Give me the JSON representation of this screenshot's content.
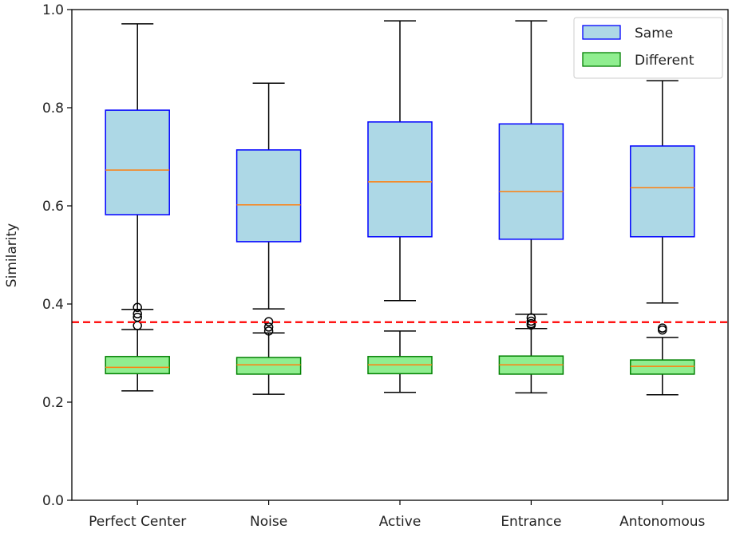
{
  "chart_data": {
    "type": "boxplot",
    "title": "",
    "xlabel": "",
    "ylabel": "Similarity",
    "ylim": [
      0.0,
      1.0
    ],
    "yticks": [
      0.0,
      0.2,
      0.4,
      0.6,
      0.8,
      1.0
    ],
    "ytick_labels": [
      "0.0",
      "0.2",
      "0.4",
      "0.6",
      "0.8",
      "1.0"
    ],
    "grid": false,
    "legend_position": "top-right",
    "categories": [
      "Perfect Center",
      "Noise",
      "Active",
      "Entrance",
      "Antonomous"
    ],
    "threshold": {
      "value": 0.363,
      "color": "#ff0000",
      "style": "dashed"
    },
    "series": [
      {
        "name": "Same",
        "fill": "#add8e6",
        "edge": "#0000ff",
        "median_color": "#ff7f0e",
        "boxes": [
          {
            "whislo": 0.389,
            "q1": 0.582,
            "med": 0.673,
            "q3": 0.795,
            "whishi": 0.971,
            "fliers": []
          },
          {
            "whislo": 0.39,
            "q1": 0.527,
            "med": 0.602,
            "q3": 0.714,
            "whishi": 0.85,
            "fliers": []
          },
          {
            "whislo": 0.407,
            "q1": 0.537,
            "med": 0.649,
            "q3": 0.771,
            "whishi": 0.977,
            "fliers": []
          },
          {
            "whislo": 0.379,
            "q1": 0.532,
            "med": 0.629,
            "q3": 0.767,
            "whishi": 0.977,
            "fliers": []
          },
          {
            "whislo": 0.402,
            "q1": 0.537,
            "med": 0.637,
            "q3": 0.722,
            "whishi": 0.855,
            "fliers": []
          }
        ]
      },
      {
        "name": "Different",
        "fill": "#90ee90",
        "edge": "#008000",
        "median_color": "#ff7f0e",
        "boxes": [
          {
            "whislo": 0.223,
            "q1": 0.258,
            "med": 0.271,
            "q3": 0.293,
            "whishi": 0.348,
            "fliers": [
              0.393,
              0.38,
              0.373,
              0.356
            ]
          },
          {
            "whislo": 0.216,
            "q1": 0.257,
            "med": 0.276,
            "q3": 0.291,
            "whishi": 0.341,
            "fliers": [
              0.364,
              0.353,
              0.345
            ]
          },
          {
            "whislo": 0.22,
            "q1": 0.258,
            "med": 0.276,
            "q3": 0.293,
            "whishi": 0.345,
            "fliers": []
          },
          {
            "whislo": 0.219,
            "q1": 0.257,
            "med": 0.276,
            "q3": 0.294,
            "whishi": 0.35,
            "fliers": [
              0.372,
              0.365,
              0.36,
              0.357
            ]
          },
          {
            "whislo": 0.215,
            "q1": 0.257,
            "med": 0.273,
            "q3": 0.286,
            "whishi": 0.332,
            "fliers": [
              0.351,
              0.347
            ]
          }
        ]
      }
    ]
  }
}
